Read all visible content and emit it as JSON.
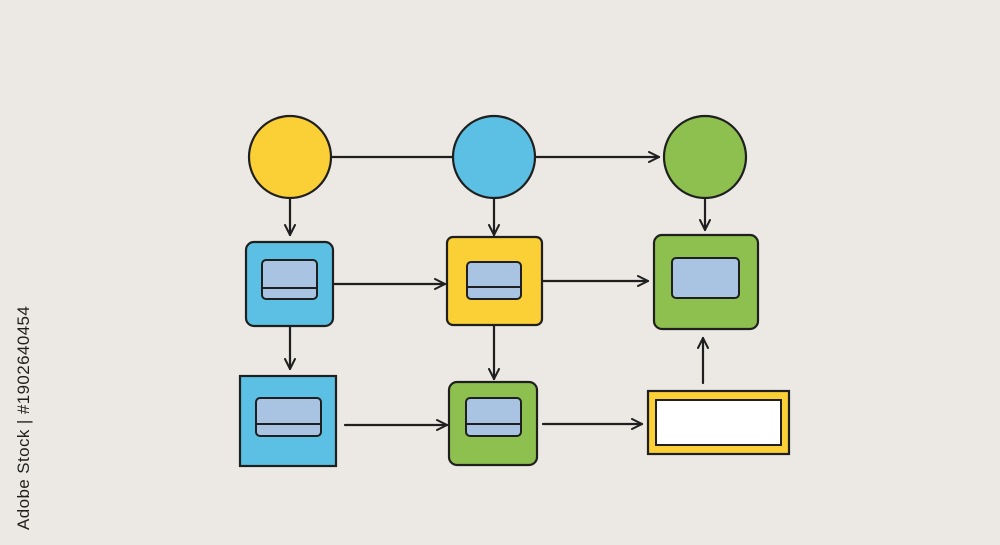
{
  "diagram": {
    "colors": {
      "background": "#ECE9E4",
      "stroke": "#1F1F1F",
      "yellow": "#FBCF36",
      "blue": "#5BC0E3",
      "green": "#8DC04E",
      "screen": "#A9C3E3",
      "white": "#FFFFFF"
    },
    "nodes": [
      {
        "id": "circle-yellow",
        "shape": "circle",
        "fill": "yellow"
      },
      {
        "id": "circle-blue",
        "shape": "circle",
        "fill": "blue"
      },
      {
        "id": "circle-green",
        "shape": "circle",
        "fill": "green"
      },
      {
        "id": "box-blue-row1",
        "shape": "rounded-box",
        "fill": "blue",
        "icon": "screen"
      },
      {
        "id": "box-yellow-row1",
        "shape": "rounded-box",
        "fill": "yellow",
        "icon": "screen"
      },
      {
        "id": "box-green-row1",
        "shape": "rounded-box",
        "fill": "green",
        "icon": "screen-plain"
      },
      {
        "id": "box-blue-row2",
        "shape": "square-box",
        "fill": "blue",
        "icon": "screen"
      },
      {
        "id": "box-green-row2",
        "shape": "rounded-box",
        "fill": "green",
        "icon": "screen"
      },
      {
        "id": "frame-yellow-row2",
        "shape": "frame",
        "fill": "yellow"
      }
    ],
    "edges": [
      {
        "from": "circle-yellow",
        "to": "circle-green",
        "via": "circle-blue"
      },
      {
        "from": "circle-yellow",
        "to": "box-blue-row1"
      },
      {
        "from": "circle-blue",
        "to": "box-yellow-row1"
      },
      {
        "from": "circle-green",
        "to": "box-green-row1"
      },
      {
        "from": "box-blue-row1",
        "to": "box-yellow-row1"
      },
      {
        "from": "box-yellow-row1",
        "to": "box-green-row1"
      },
      {
        "from": "box-blue-row1",
        "to": "box-blue-row2"
      },
      {
        "from": "box-yellow-row1",
        "to": "box-green-row2"
      },
      {
        "from": "box-blue-row2",
        "to": "box-green-row2"
      },
      {
        "from": "box-green-row2",
        "to": "frame-yellow-row2"
      },
      {
        "from": "frame-yellow-row2",
        "to": "box-green-row1"
      }
    ]
  },
  "watermark": {
    "text": "Adobe Stock | #1902640454"
  }
}
